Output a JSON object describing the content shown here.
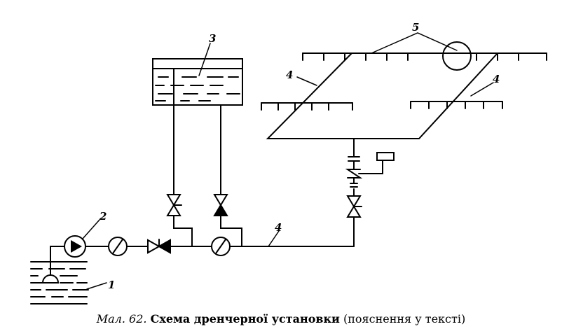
{
  "labels": {
    "n1": "1",
    "n2": "2",
    "n3": "3",
    "n4a": "4",
    "n4b": "4",
    "n4c": "4",
    "n5": "5"
  },
  "caption": {
    "prefix": "Мал. 62.",
    "title": "Схема дренчерної установки",
    "note": "(пояснення у тексті)"
  },
  "colors": {
    "ink": "#000000",
    "paper": "#ffffff"
  }
}
